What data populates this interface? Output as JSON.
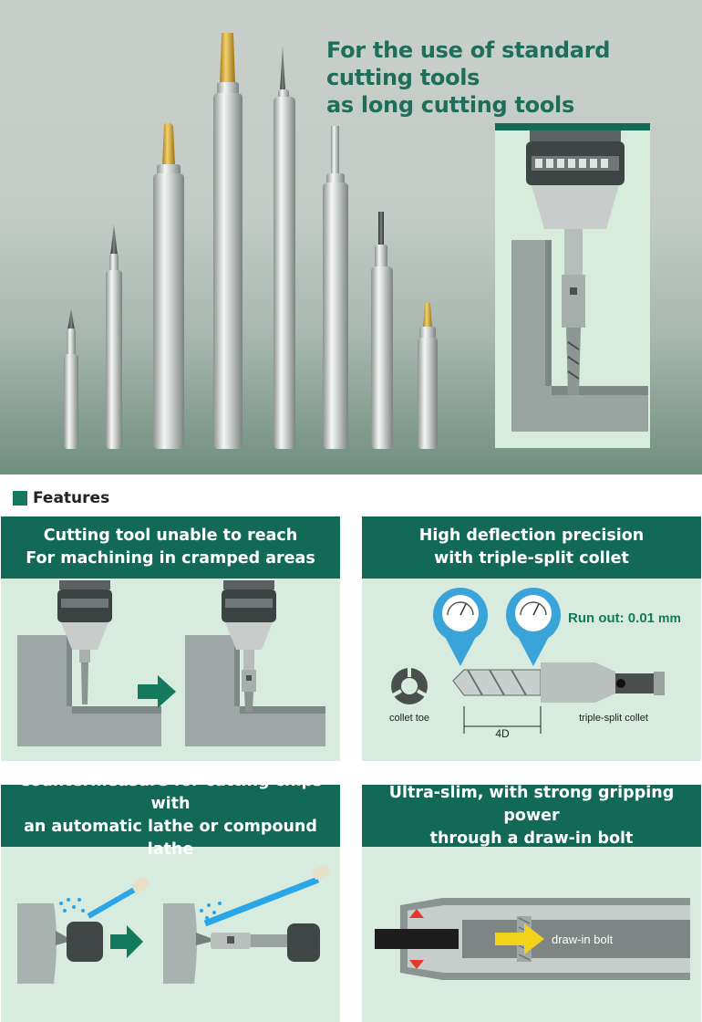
{
  "hero": {
    "title_line1": "For the use of standard cutting tools",
    "title_line2": "as long cutting tools"
  },
  "features": {
    "heading": "Features",
    "cards": [
      {
        "line1": "Cutting tool unable to reach",
        "line2": "For machining in cramped areas"
      },
      {
        "line1": "High deflection precision",
        "line2": "with triple-split collet",
        "runout_label": "Run out: 0.01",
        "runout_unit": "mm",
        "collet_toe": "collet toe",
        "dimension": "4D",
        "triple_split": "triple-split collet"
      },
      {
        "line1": "Countermeasure for cutting chips with",
        "line2": "an automatic lathe or compound lathe"
      },
      {
        "line1": "Ultra-slim, with strong gripping power",
        "line2": "through a draw-in bolt",
        "draw_in_bolt": "draw-in bolt"
      }
    ]
  },
  "colors": {
    "brand_green": "#126a56",
    "panel_mint": "#d7ecdf",
    "arrow_yellow": "#f3d21a",
    "coolant_blue": "#2aa5e8"
  }
}
